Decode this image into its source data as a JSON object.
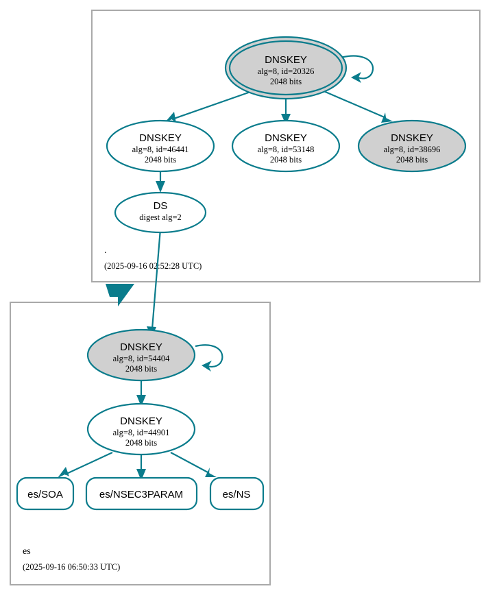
{
  "diagram": {
    "type": "dnssec-authentication-chain",
    "colors": {
      "edge": "#0a7c8c",
      "node_stroke": "#0a7c8c",
      "secure_fill": "#d0d0d0",
      "plain_fill": "#ffffff",
      "cluster_stroke": "#a9a9a9",
      "text": "#000000"
    }
  },
  "zones": [
    {
      "id": "root",
      "name": ".",
      "timestamp": "(2025-09-16 02:52:28 UTC)"
    },
    {
      "id": "es",
      "name": "es",
      "timestamp": "(2025-09-16 06:50:33 UTC)"
    }
  ],
  "nodes": {
    "root_ksk": {
      "title": "DNSKEY",
      "detail": "alg=8, id=20326",
      "size": "2048 bits"
    },
    "root_zsk_46441": {
      "title": "DNSKEY",
      "detail": "alg=8, id=46441",
      "size": "2048 bits"
    },
    "root_zsk_53148": {
      "title": "DNSKEY",
      "detail": "alg=8, id=53148",
      "size": "2048 bits"
    },
    "root_key_38696": {
      "title": "DNSKEY",
      "detail": "alg=8, id=38696",
      "size": "2048 bits"
    },
    "root_ds": {
      "title": "DS",
      "detail": "digest alg=2"
    },
    "es_ksk": {
      "title": "DNSKEY",
      "detail": "alg=8, id=54404",
      "size": "2048 bits"
    },
    "es_zsk": {
      "title": "DNSKEY",
      "detail": "alg=8, id=44901",
      "size": "2048 bits"
    },
    "es_soa": {
      "label": "es/SOA"
    },
    "es_nsec3param": {
      "label": "es/NSEC3PARAM"
    },
    "es_ns": {
      "label": "es/NS"
    }
  }
}
